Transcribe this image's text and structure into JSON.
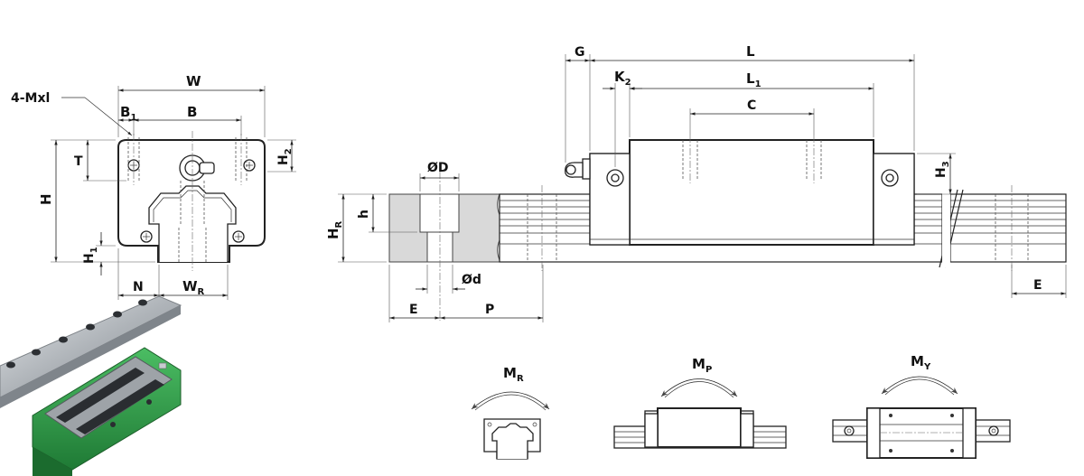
{
  "end_view": {
    "label_mxl": "4-Mxl",
    "label_W": "W",
    "label_B1_main": "B",
    "label_B1_sub": "1",
    "label_B": "B",
    "label_H2_main": "H",
    "label_H2_sub": "2",
    "label_T": "T",
    "label_H": "H",
    "label_H1_main": "H",
    "label_H1_sub": "1",
    "label_N": "N",
    "label_WR_main": "W",
    "label_WR_sub": "R"
  },
  "side_view": {
    "label_G": "G",
    "label_L": "L",
    "label_K2_main": "K",
    "label_K2_sub": "2",
    "label_L1_main": "L",
    "label_L1_sub": "1",
    "label_C": "C",
    "label_H3_main": "H",
    "label_H3_sub": "3",
    "label_E_right": "E"
  },
  "rail_section": {
    "label_D": "ØD",
    "label_d": "Ød",
    "label_HR_main": "H",
    "label_HR_sub": "R",
    "label_h": "h",
    "label_E": "E",
    "label_P": "P"
  },
  "moments": {
    "MR_main": "M",
    "MR_sub": "R",
    "MP_main": "M",
    "MP_sub": "P",
    "MY_main": "M",
    "MY_sub": "Y"
  },
  "colors": {
    "block_green": "#2f9a4a",
    "rail_steel": "#b9bec3",
    "section_grey": "#d9d9d9"
  }
}
